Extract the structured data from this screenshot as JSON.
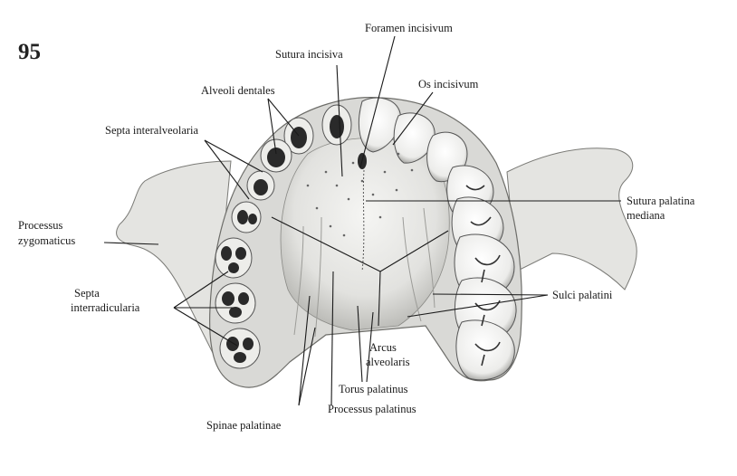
{
  "figure_number": "95",
  "labels": {
    "foramen_incisivum": "Foramen incisivum",
    "sutura_incisiva": "Sutura incisiva",
    "os_incisivum": "Os incisivum",
    "alveoli_dentales": "Alveoli dentales",
    "septa_interalveolaria": "Septa interalveolaria",
    "sutura_palatina_line1": "Sutura palatina",
    "sutura_palatina_line2": "mediana",
    "processus_zyg_line1": "Processus",
    "processus_zyg_line2": "zygomaticus",
    "septa_interrad_line1": "Septa",
    "septa_interrad_line2": "interradicularia",
    "sulci_palatini": "Sulci palatini",
    "arcus_line1": "Arcus",
    "arcus_line2": "alveolaris",
    "torus_palatinus": "Torus palatinus",
    "processus_palatinus": "Processus palatinus",
    "spinae_palatinae": "Spinae palatinae"
  },
  "colors": {
    "ink": "#1a1a1a",
    "bone_light": "#f1f1ef",
    "bone_mid": "#d6d6d3",
    "bone_shadow": "#8a8a86",
    "socket_dark": "#2a2a2a"
  }
}
